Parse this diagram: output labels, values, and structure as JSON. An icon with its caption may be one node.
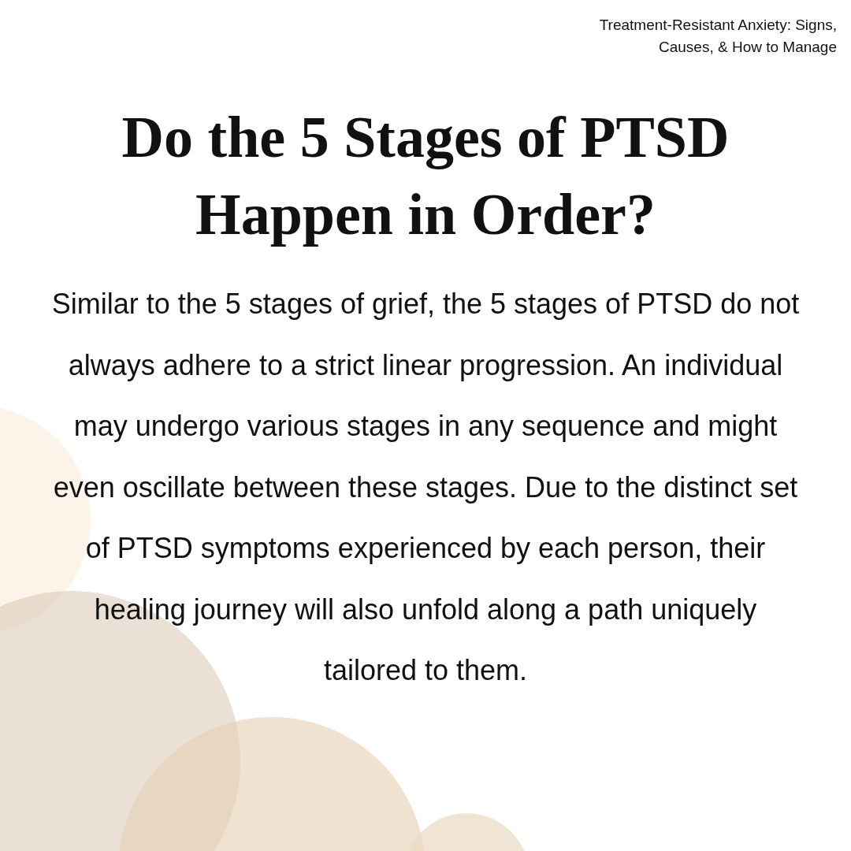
{
  "diagram": {
    "title": "Do the 5 Stages of PTSD Happen in Order?",
    "labels": [
      "Treatment-Resistant Anxiety: Signs, Causes, & How to Manage",
      "Similar to the 5 stages of grief, the 5 stages of PTSD do not always adhere to a strict linear progression. An individual may undergo various stages in any sequence and might even oscillate between these stages. Due to the distinct set of PTSD symptoms experienced by each person, their healing journey will also unfold along a path uniquely tailored to them."
    ]
  }
}
